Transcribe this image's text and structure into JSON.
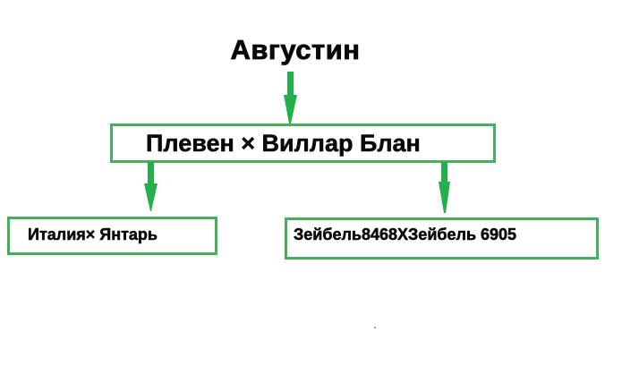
{
  "diagram": {
    "type": "family-tree",
    "root": {
      "label": "Августин"
    },
    "parent_cross": {
      "label": "Плевен × Виллар Блан"
    },
    "children": [
      {
        "label": "Италия× Янтарь"
      },
      {
        "label": "Зейбель8468XЗейбель 6905"
      }
    ],
    "colors": {
      "border": "#43b05c",
      "arrow": "#22b04b",
      "text": "#0a0a0a",
      "background": "#ffffff"
    },
    "icons": {
      "connector": "arrow-down-icon"
    }
  }
}
